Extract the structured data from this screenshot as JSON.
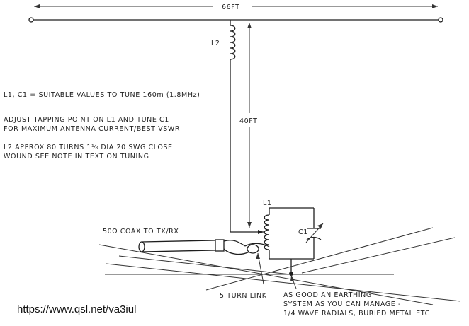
{
  "labels": {
    "dipole_length": "66FT",
    "feeder_height": "40FT",
    "l2": "L2",
    "l1": "L1",
    "c1": "C1",
    "coax": "50Ω COAX TO TX/RX",
    "link": "5 TURN LINK",
    "earth": [
      "AS GOOD AN EARTHING",
      "SYSTEM AS YOU CAN MANAGE -",
      "1/4 WAVE RADIALS, BURIED METAL ETC"
    ]
  },
  "notes": {
    "note1": "L1, C1 = SUITABLE VALUES TO TUNE  160m (1.8MHz)",
    "note2": [
      "ADJUST TAPPING POINT ON L1 AND TUNE C1",
      "FOR MAXIMUM ANTENNA CURRENT/BEST VSWR"
    ],
    "note3": [
      "L2  APPROX 80 TURNS 1⅛ DIA  20 SWG  CLOSE",
      "WOUND SEE NOTE IN TEXT ON TUNING"
    ]
  },
  "source_url": "https://www.qsl.net/va3iul"
}
